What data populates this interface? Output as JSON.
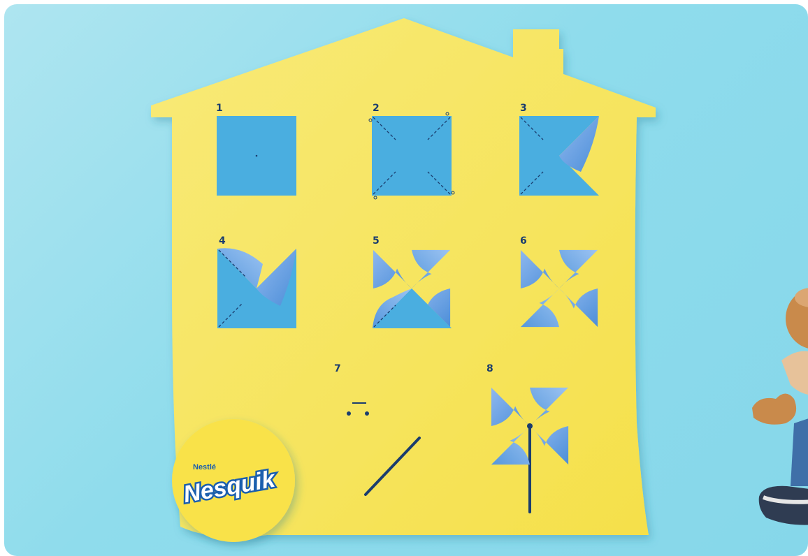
{
  "steps": [
    {
      "number": "1"
    },
    {
      "number": "2"
    },
    {
      "number": "3"
    },
    {
      "number": "4"
    },
    {
      "number": "5"
    },
    {
      "number": "6"
    },
    {
      "number": "7"
    },
    {
      "number": "8"
    }
  ],
  "logo": {
    "maker": "Nestlé",
    "brand": "Nesquik"
  },
  "colors": {
    "background": "#8fdcec",
    "house": "#f9e86a",
    "paper_blue": "#4aaee0",
    "fold_blue": "#6aa6e4",
    "ink": "#1b3d6e",
    "logo_circle": "#f9e24a"
  },
  "icons": [
    "nesquik-logo",
    "bunny-mascot",
    "pinwheel"
  ]
}
